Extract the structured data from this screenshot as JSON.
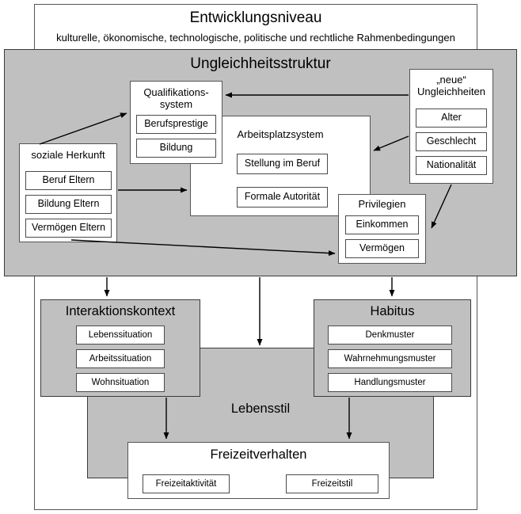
{
  "diagram": {
    "outer_frame": {
      "title": "Entwicklungsniveau",
      "subtitle": "kulturelle, ökonomische, technologische, politische und rechtliche Rahmenbedingungen"
    },
    "inequality_structure": {
      "title": "Ungleichheitsstruktur",
      "groups": {
        "soziale_herkunft": {
          "title": "soziale Herkunft",
          "items": [
            "Beruf Eltern",
            "Bildung Eltern",
            "Vermögen Eltern"
          ]
        },
        "qualifikationssystem": {
          "title_line1": "Qualifikations-",
          "title_line2": "system",
          "items": [
            "Berufsprestige",
            "Bildung"
          ]
        },
        "arbeitsplatzsystem": {
          "title": "Arbeitsplatzsystem",
          "items": [
            "Stellung im Beruf",
            "Formale Autorität"
          ]
        },
        "privilegien": {
          "title": "Privilegien",
          "items": [
            "Einkommen",
            "Vermögen"
          ]
        },
        "neue_ungleichheiten": {
          "title_line1": "„neue“",
          "title_line2": "Ungleichheiten",
          "items": [
            "Alter",
            "Geschlecht",
            "Nationalität"
          ]
        }
      }
    },
    "lifestyle": {
      "title": "Lebensstil",
      "interaktionskontext": {
        "title": "Interaktionskontext",
        "items": [
          "Lebenssituation",
          "Arbeitssituation",
          "Wohnsituation"
        ]
      },
      "habitus": {
        "title": "Habitus",
        "items": [
          "Denkmuster",
          "Wahrnehmungsmuster",
          "Handlungsmuster"
        ]
      },
      "freizeitverhalten": {
        "title": "Freizeitverhalten",
        "items": [
          "Freizeitaktivität",
          "Freizeitstil"
        ]
      }
    },
    "colors": {
      "gray_fill": "#c0c0c0",
      "white_fill": "#ffffff",
      "stroke": "#404040",
      "arrow": "#000000"
    }
  }
}
